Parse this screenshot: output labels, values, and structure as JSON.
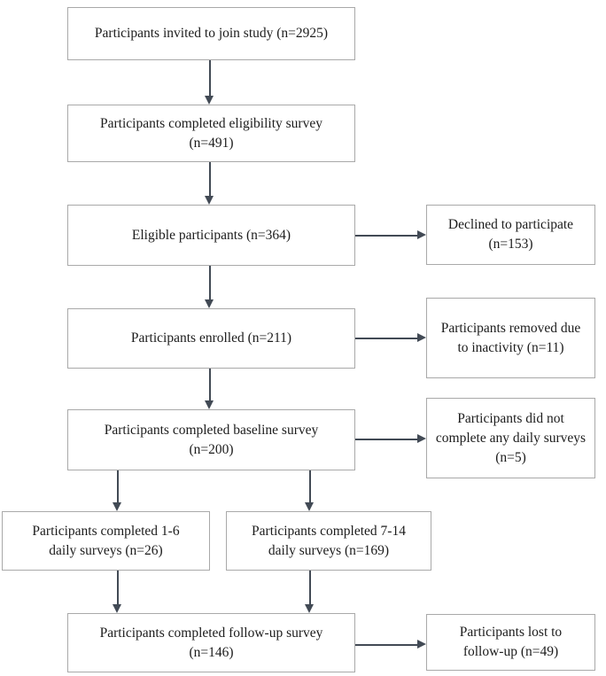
{
  "colors": {
    "box_border": "#a9a9a9",
    "arrow": "#424a55",
    "text": "#1c1c1c",
    "background": "#ffffff"
  },
  "flowchart": {
    "nodes": {
      "invited": {
        "lines": [
          "Participants invited to join study (n=2925)"
        ]
      },
      "eligibility_survey": {
        "lines": [
          "Participants completed eligibility survey",
          "(n=491)"
        ]
      },
      "eligible": {
        "lines": [
          "Eligible participants (n=364)"
        ]
      },
      "enrolled": {
        "lines": [
          "Participants enrolled (n=211)"
        ]
      },
      "baseline": {
        "lines": [
          "Participants completed baseline survey",
          "(n=200)"
        ]
      },
      "daily_1_6": {
        "lines": [
          "Participants completed 1-6",
          "daily surveys (n=26)"
        ]
      },
      "daily_7_14": {
        "lines": [
          "Participants completed 7-14",
          "daily surveys (n=169)"
        ]
      },
      "followup": {
        "lines": [
          "Participants completed follow-up survey",
          "(n=146)"
        ]
      },
      "declined": {
        "lines": [
          "Declined to participate",
          "(n=153)"
        ]
      },
      "removed_inactivity": {
        "lines": [
          "Participants removed due",
          "to inactivity (n=11)"
        ]
      },
      "no_daily_surveys": {
        "lines": [
          "Participants did not",
          "complete any daily surveys",
          "(n=5)"
        ]
      },
      "lost_followup": {
        "lines": [
          "Participants lost to",
          "follow-up (n=49)"
        ]
      }
    },
    "edges": [
      {
        "from": "invited",
        "to": "eligibility_survey"
      },
      {
        "from": "eligibility_survey",
        "to": "eligible"
      },
      {
        "from": "eligible",
        "to": "enrolled"
      },
      {
        "from": "eligible",
        "to": "declined"
      },
      {
        "from": "enrolled",
        "to": "baseline"
      },
      {
        "from": "enrolled",
        "to": "removed_inactivity"
      },
      {
        "from": "baseline",
        "to": "daily_1_6"
      },
      {
        "from": "baseline",
        "to": "daily_7_14"
      },
      {
        "from": "baseline",
        "to": "no_daily_surveys"
      },
      {
        "from": "daily_1_6",
        "to": "followup"
      },
      {
        "from": "daily_7_14",
        "to": "followup"
      },
      {
        "from": "followup",
        "to": "lost_followup"
      }
    ]
  }
}
